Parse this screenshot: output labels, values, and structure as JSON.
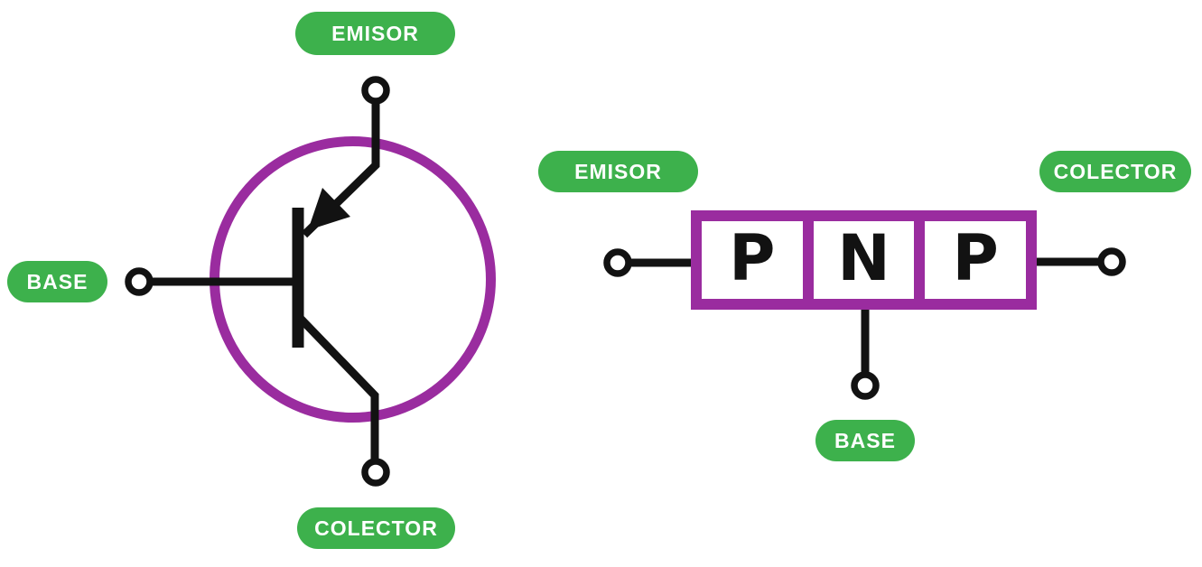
{
  "colors": {
    "badge_green": "#3DB14C",
    "outline_purple": "#9A2C9F",
    "line_black": "#121212",
    "badge_text": "#FFFFFF",
    "background": "#FFFFFF"
  },
  "symbol_diagram": {
    "emitter_label": "EMISOR",
    "base_label": "BASE",
    "collector_label": "COLECTOR"
  },
  "block_diagram": {
    "emitter_label": "EMISOR",
    "collector_label": "COLECTOR",
    "base_label": "BASE",
    "regions": [
      "P",
      "N",
      "P"
    ]
  }
}
